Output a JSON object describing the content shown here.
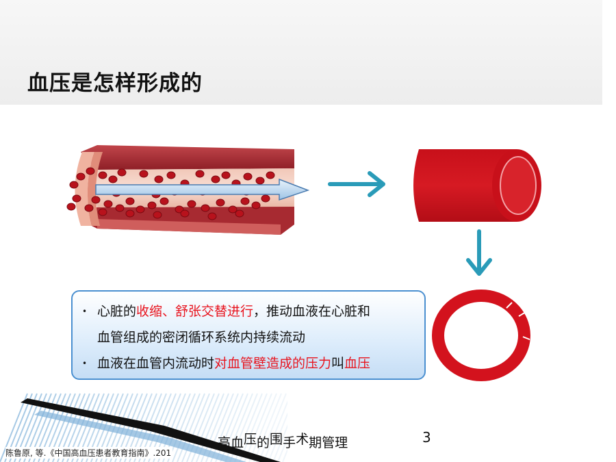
{
  "slide": {
    "title": "血压是怎样形成的",
    "bullets": [
      {
        "parts": [
          {
            "text": "心脏的",
            "highlight": false
          },
          {
            "text": "收缩、舒张交替进行",
            "highlight": true
          },
          {
            "text": "，推动血液在心脏和",
            "highlight": false
          }
        ],
        "line2": "血管组成的密闭循环系统内持续流动"
      },
      {
        "parts": [
          {
            "text": "血液在血管内流动时",
            "highlight": false
          },
          {
            "text": "对血管壁造成的压力",
            "highlight": true
          },
          {
            "text": "叫",
            "highlight": false
          },
          {
            "text": "血压",
            "highlight": true
          }
        ]
      }
    ],
    "footer_title": [
      "高血",
      "压",
      "的",
      "围",
      "手",
      "术",
      "期管理"
    ],
    "page_number": "3",
    "citation": "陈鲁原, 等.《中国高血压患者教育指南》.201"
  },
  "colors": {
    "highlight": "#e8141e",
    "vessel_red": "#d3121d",
    "arrow_teal": "#2a9bb8",
    "box_border": "#4a8fd0"
  },
  "icons": {
    "bullet": "•",
    "flow_arrow": "arrow-right-icon",
    "down_arrow": "arrow-down-icon"
  }
}
